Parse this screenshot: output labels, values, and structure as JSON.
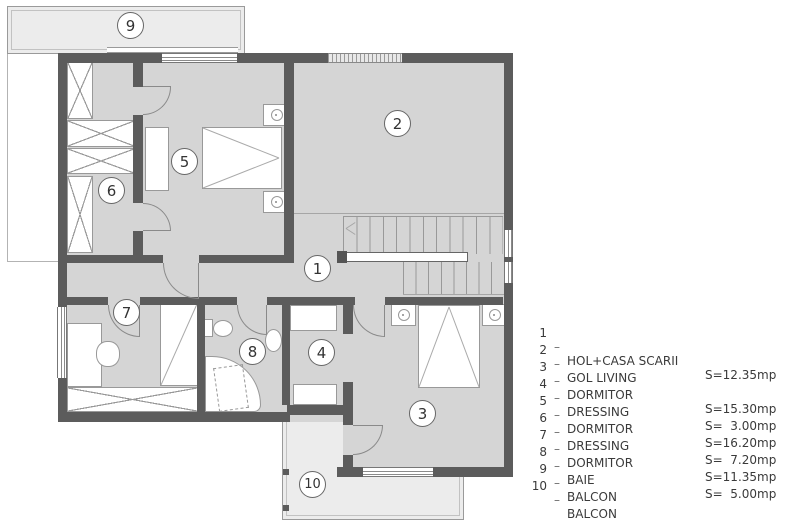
{
  "plan": {
    "room_labels": [
      {
        "num": "1"
      },
      {
        "num": "2"
      },
      {
        "num": "3"
      },
      {
        "num": "4"
      },
      {
        "num": "5"
      },
      {
        "num": "6"
      },
      {
        "num": "7"
      },
      {
        "num": "8"
      },
      {
        "num": "9"
      },
      {
        "num": "10"
      }
    ]
  },
  "legend": {
    "separator": "–",
    "items": [
      {
        "num": "1",
        "name": "HOL+CASA SCARII",
        "area": "S=12.35mp"
      },
      {
        "num": "2",
        "name": "GOL LIVING",
        "area": ""
      },
      {
        "num": "3",
        "name": "DORMITOR",
        "area": "S=15.30mp"
      },
      {
        "num": "4",
        "name": "DRESSING",
        "area": "S=  3.00mp"
      },
      {
        "num": "5",
        "name": "DORMITOR",
        "area": "S=16.20mp"
      },
      {
        "num": "6",
        "name": "DRESSING",
        "area": "S=  7.20mp"
      },
      {
        "num": "7",
        "name": "DORMITOR",
        "area": "S=11.35mp"
      },
      {
        "num": "8",
        "name": "BAIE",
        "area": "S=  5.00mp"
      },
      {
        "num": "9",
        "name": "BALCON",
        "area": ""
      },
      {
        "num": "10",
        "name": "BALCON",
        "area": ""
      }
    ]
  },
  "colors": {
    "wall": "#5c5c5c",
    "room_fill": "#d5d5d5",
    "balcony_fill": "#ececec",
    "line": "#9a9a9a",
    "text": "#3a3a3a"
  }
}
